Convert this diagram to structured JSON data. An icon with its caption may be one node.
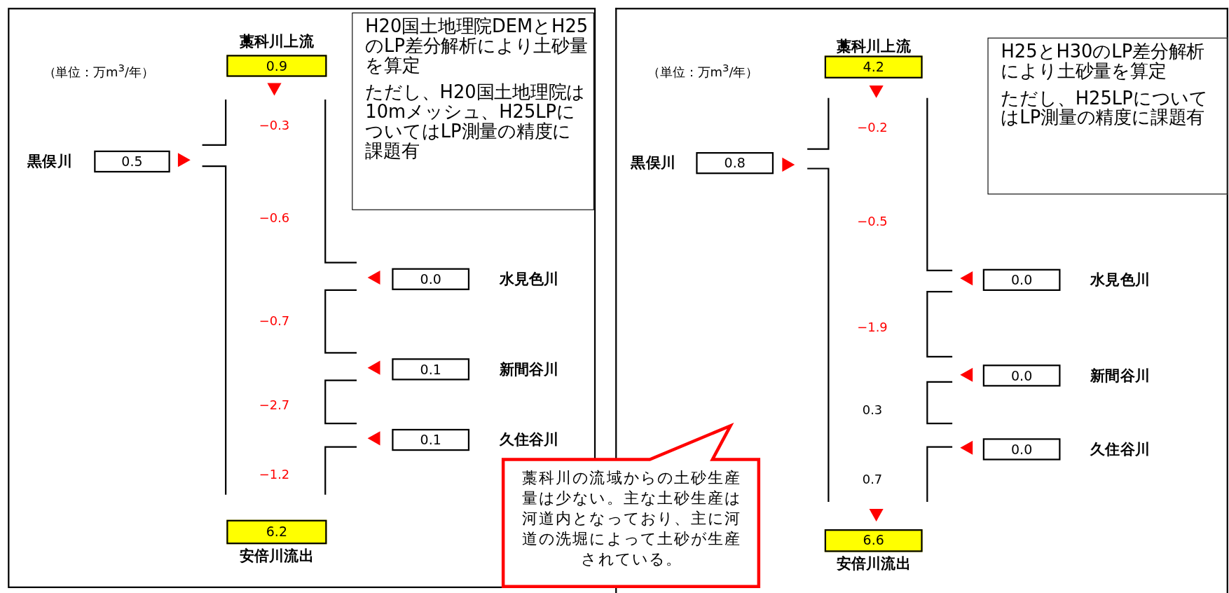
{
  "diagram": {
    "nodes": [
      {
        "text": [],
        "shape": "box"
      },
      {
        "text": [
          "藁科川上流",
          "0.9"
        ],
        "in": 0
      },
      {
        "text": [
          "黒俣川",
          "0.5"
        ],
        "in": 0
      },
      {
        "text": [
          "0.0",
          "水見色川"
        ],
        "in": 0
      },
      {
        "text": [
          "0.1",
          "新間谷川"
        ],
        "in": 0
      },
      {
        "text": [
          "0.1",
          "久住谷川"
        ],
        "in": 0
      },
      {
        "text": [
          "6.2",
          "安倍川流出"
        ],
        "in": 0
      },
      {
        "text": [
          "H20国土地理院DEMとH25のLP差分解析により土砂量を算定",
          "ただし、H20国土地理院は10mメッシュ、H25LPについてはLP測量の精度に課題有"
        ],
        "in": 0
      },
      {
        "text": [],
        "shape": "box"
      },
      {
        "text": [
          "藁科川上流",
          "4.2"
        ],
        "in": 8
      },
      {
        "text": [
          "黒俣川",
          "0.8"
        ],
        "in": 8
      },
      {
        "text": [
          "0.0",
          "水見色川"
        ],
        "in": 8
      },
      {
        "text": [
          "0.0",
          "新間谷川"
        ],
        "in": 8
      },
      {
        "text": [
          "0.0",
          "久住谷川"
        ],
        "in": 8
      },
      {
        "text": [
          "6.6",
          "安倍川流出"
        ],
        "in": 8
      },
      {
        "text": [
          "H25とH30のLP差分解析により土砂量を算定",
          "ただし、H25LPについてはLP測量の精度に課題有"
        ],
        "in": 8
      },
      {
        "text": [
          "藁科川の流域からの土砂生産量は少ない。主な土砂生産は河道内となっており、主に河道の洗堀によって土砂が生産されている。"
        ]
      }
    ],
    "labels": [
      "（単位：万m$^{3}$/年）",
      "−0.3",
      "−0.6",
      "−0.7",
      "−2.7",
      "−1.2",
      "（単位：万m$^{3}$/年）",
      "−0.2",
      "−0.5",
      "−1.9",
      "0.3",
      "0.7"
    ]
  }
}
